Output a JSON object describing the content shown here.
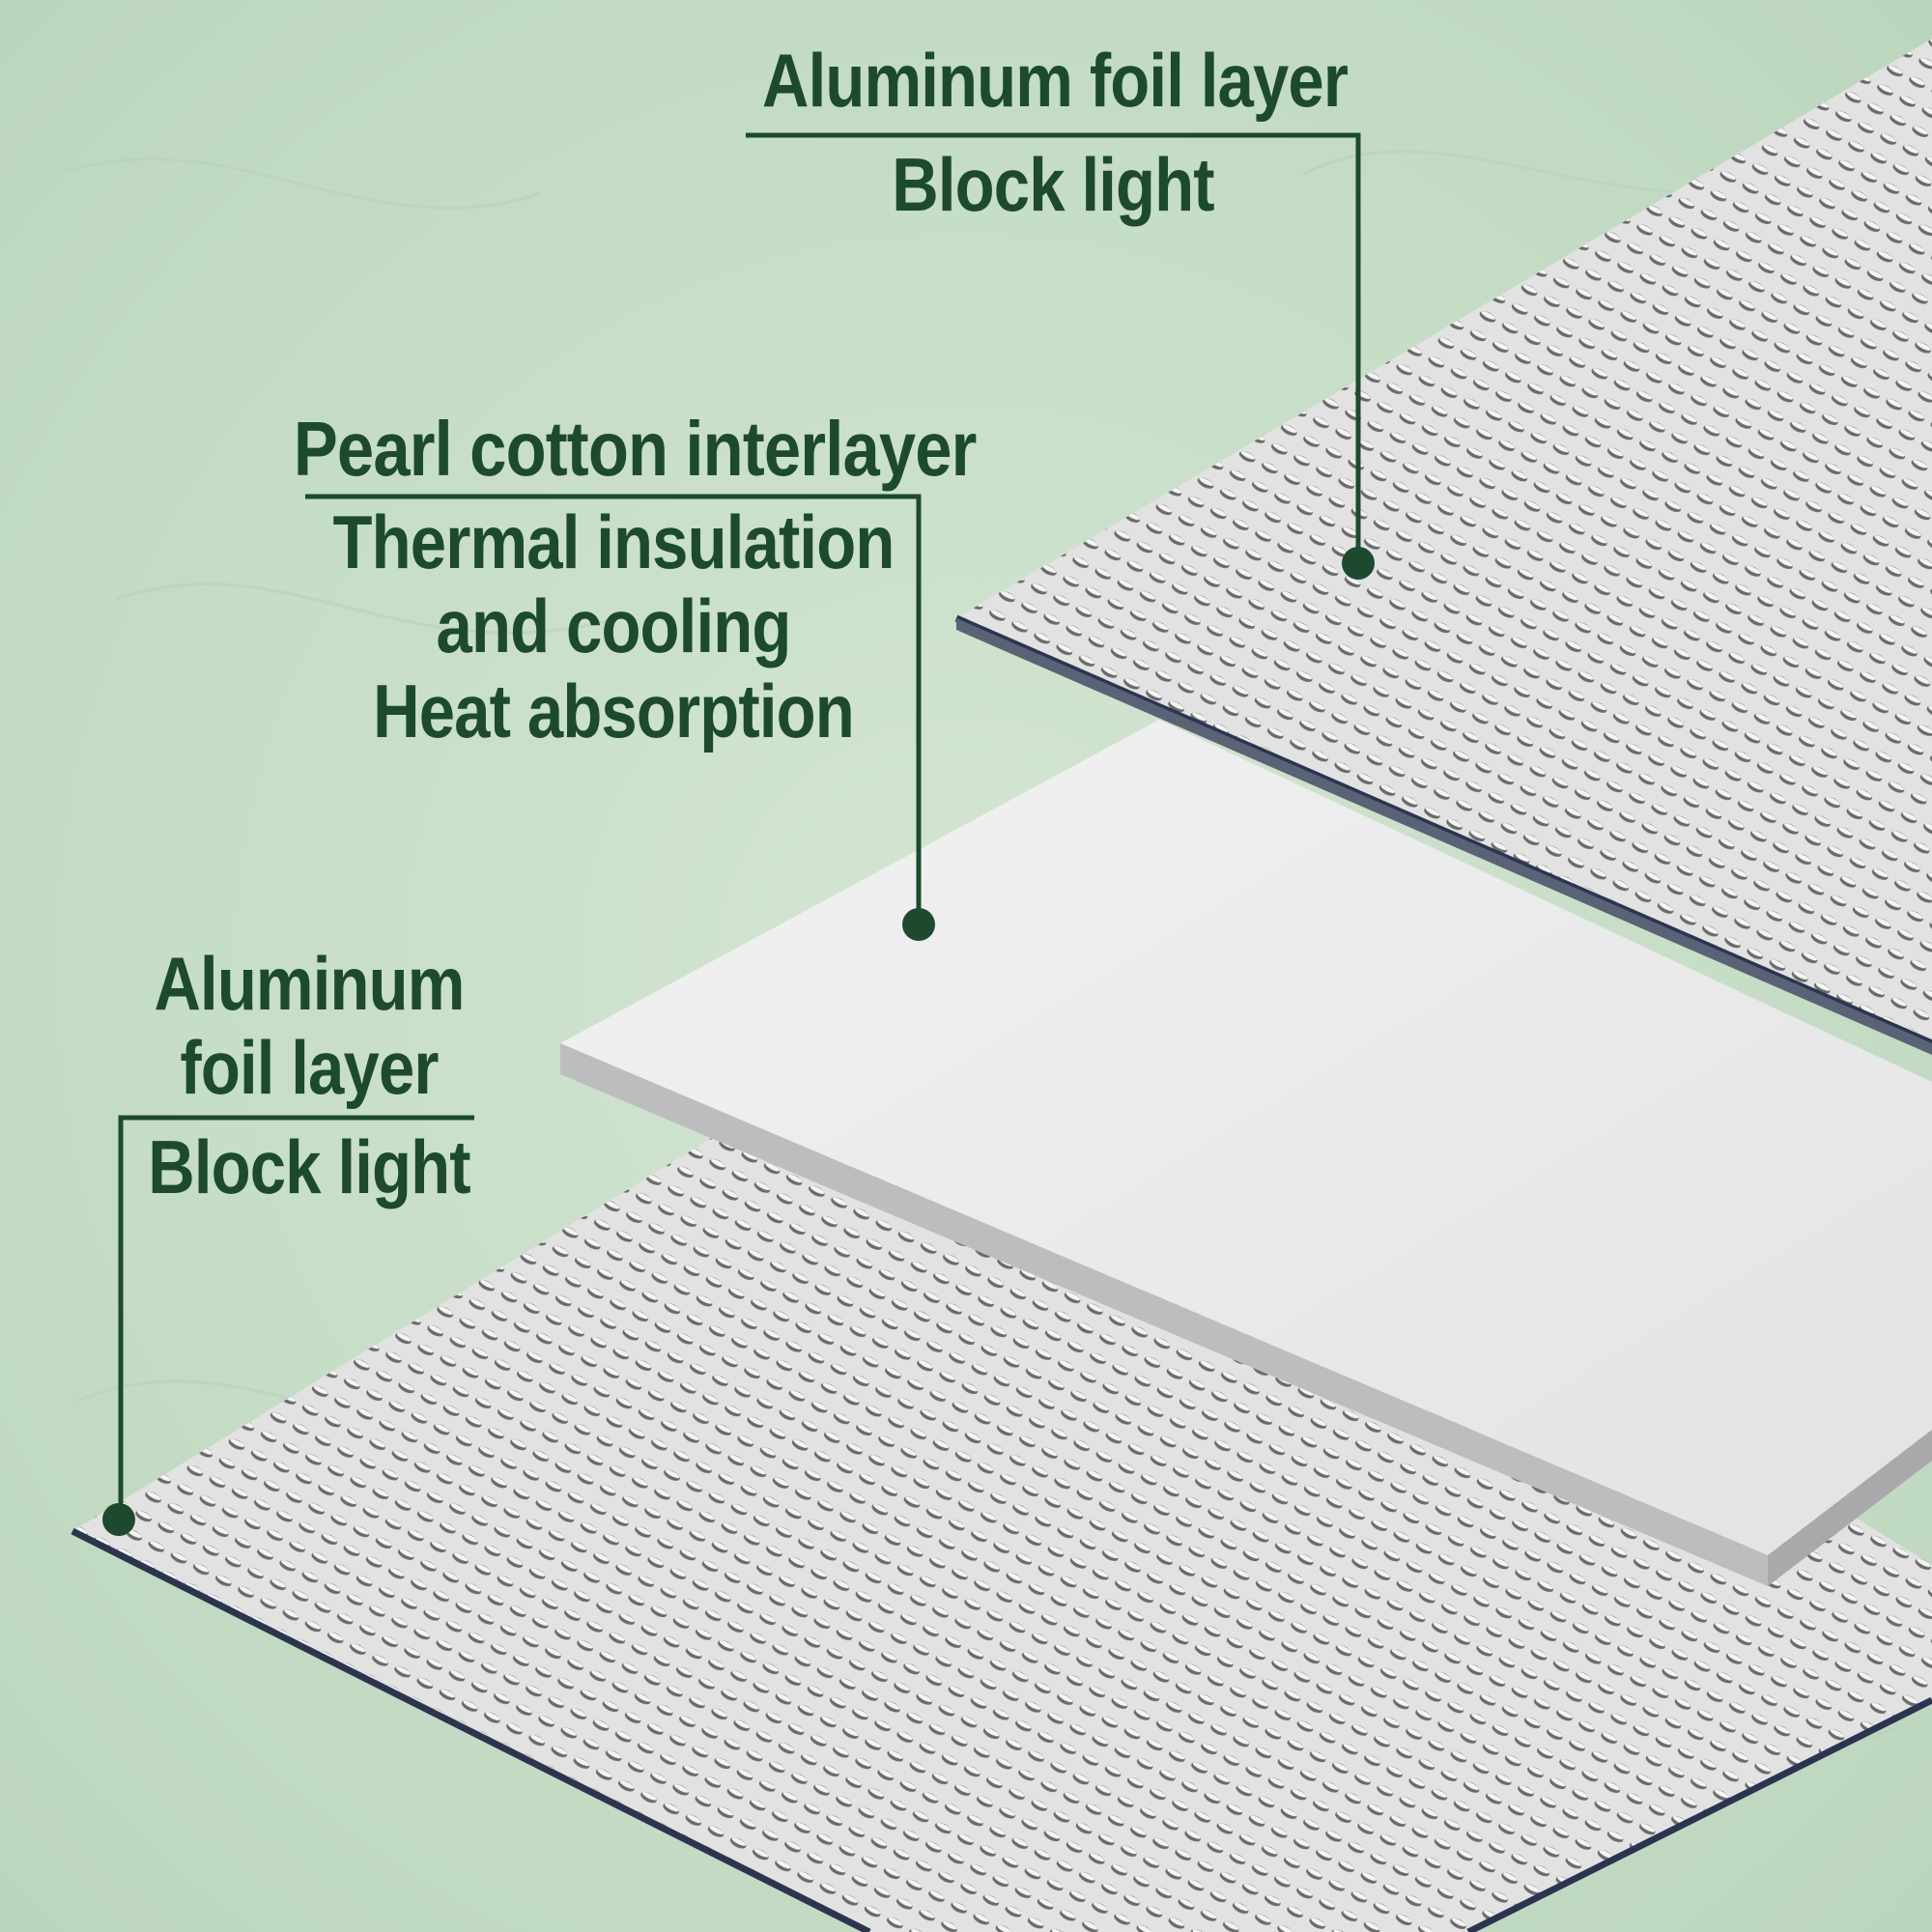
{
  "labels": {
    "top": {
      "title": "Aluminum foil layer",
      "subtitle": "Block light"
    },
    "middle": {
      "title": "Pearl cotton interlayer",
      "lines": [
        "Thermal insulation",
        "and cooling",
        "Heat absorption"
      ]
    },
    "bottom": {
      "title_lines": [
        "Aluminum",
        "foil layer"
      ],
      "subtitle": "Block light"
    }
  },
  "colors": {
    "background": "#cfe3cf",
    "text": "#1d4a2e",
    "leader": "#1d4a2e",
    "foil": "#dcdcdc",
    "foil_dimple": "#6b6b6b",
    "foam": "#e9e9eb",
    "edge": "#2b3550"
  }
}
